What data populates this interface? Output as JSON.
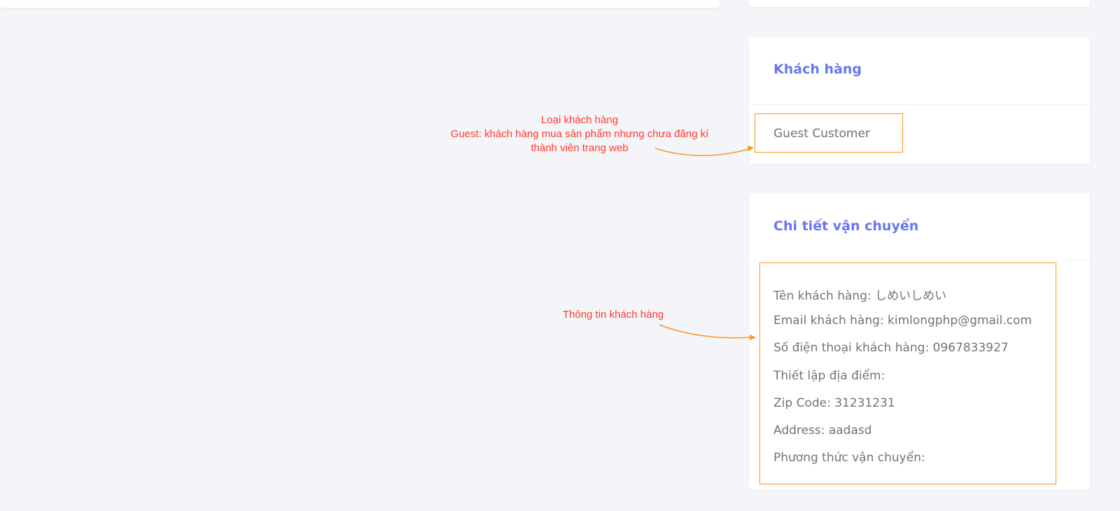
{
  "customer_card": {
    "title": "Khách hàng",
    "type": "Guest Customer"
  },
  "shipping_card": {
    "title": "Chi tiết vận chuyển",
    "lines": [
      "Tên khách hàng: しめいしめい",
      "Email khách hàng: kimlongphp@gmail.com",
      "Số điện thoại khách hàng: 0967833927",
      "Thiết lập địa điểm:",
      "Zip Code: 31231231",
      "Address: aadasd",
      "Phương thức vận chuyển:"
    ]
  },
  "annotations": {
    "customer_type": [
      "Loại khách hàng",
      "Guest: khách hàng mua sản phẩm nhưng chưa đăng kí",
      "thành viên trang web"
    ],
    "customer_info": "Thông tin khách hàng"
  },
  "colors": {
    "accent": "#6777ef",
    "highlight": "#ff9421",
    "note": "#ff3b30"
  }
}
